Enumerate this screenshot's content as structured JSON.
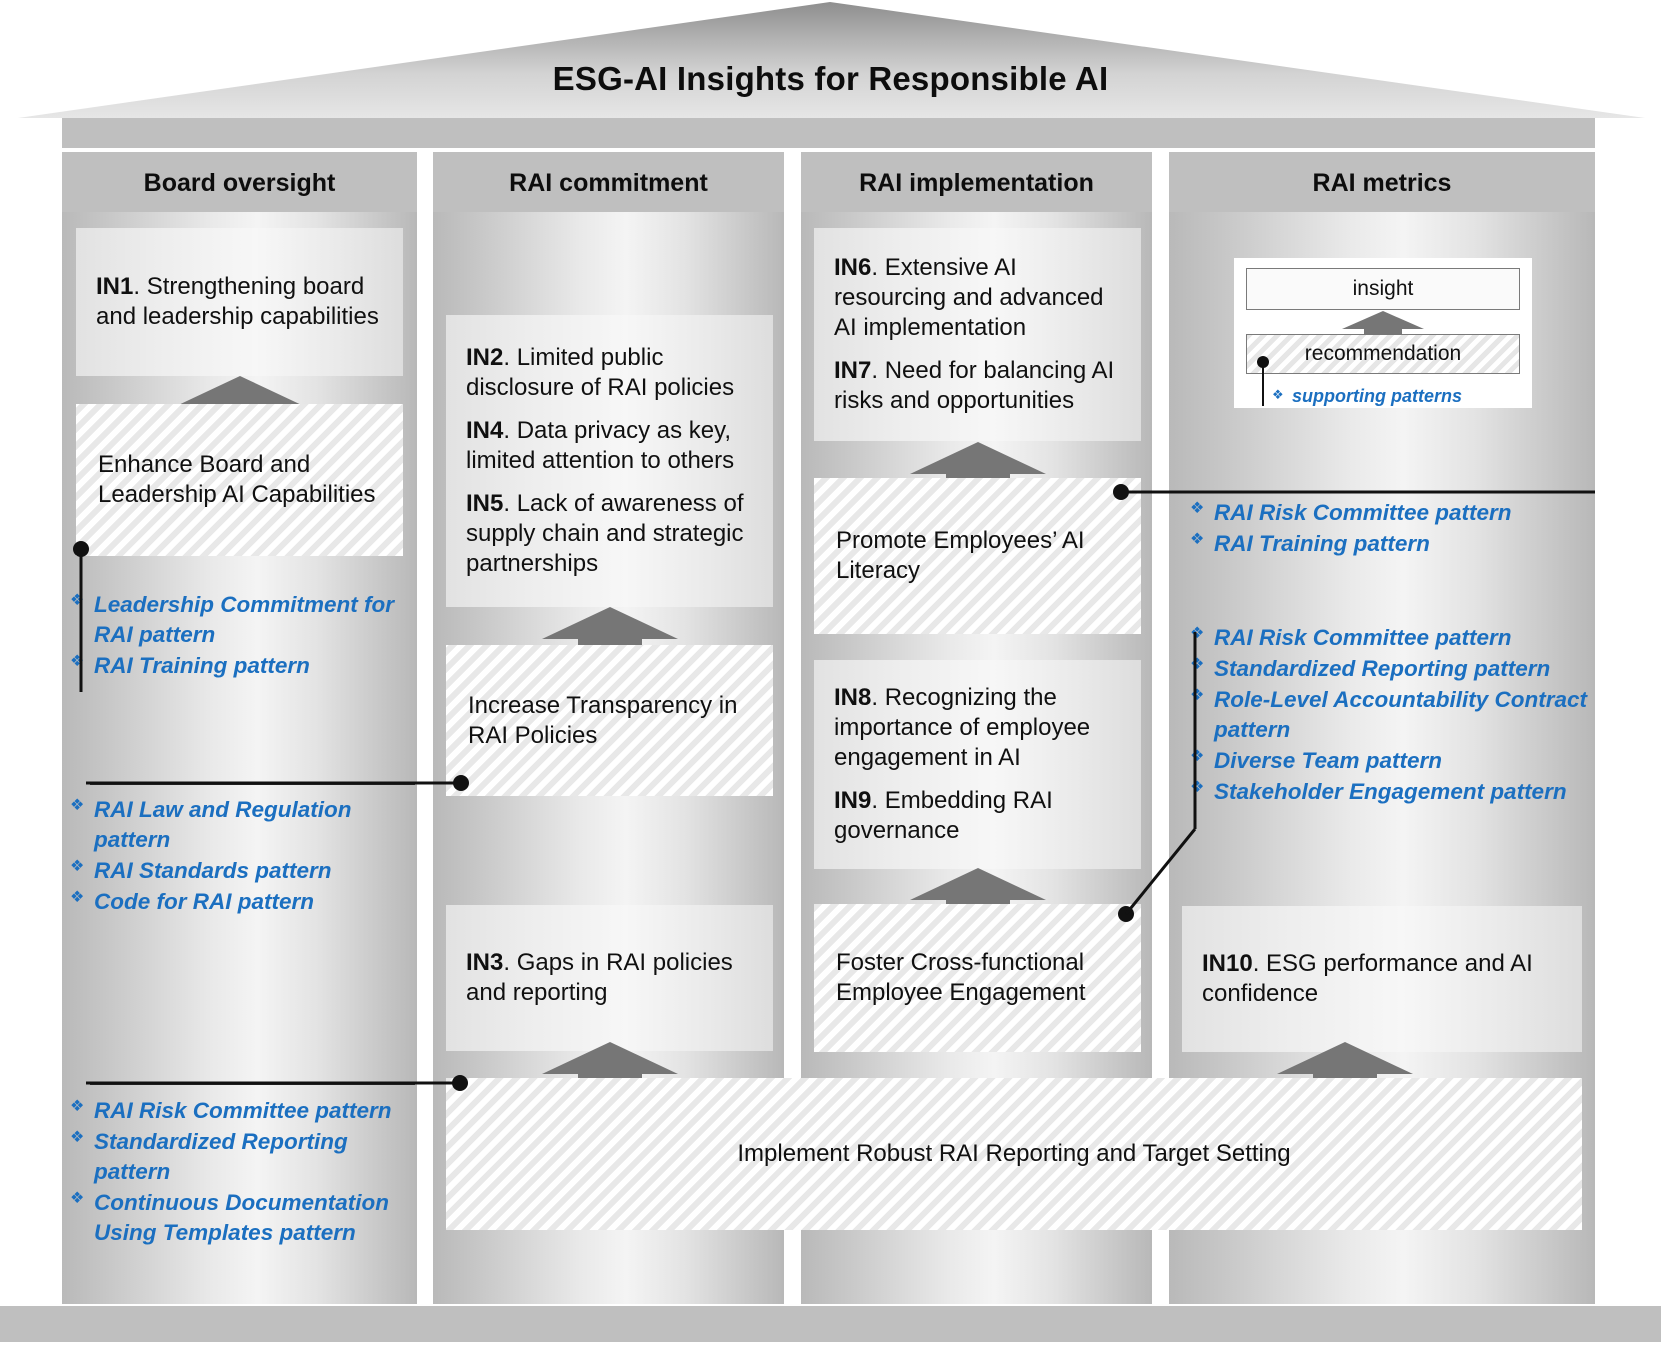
{
  "title": "ESG-AI Insights for Responsible AI",
  "columns": [
    {
      "id": "board-oversight",
      "header": "Board oversight"
    },
    {
      "id": "rai-commitment",
      "header": "RAI commitment"
    },
    {
      "id": "rai-implementation",
      "header": "RAI implementation"
    },
    {
      "id": "rai-metrics",
      "header": "RAI metrics"
    }
  ],
  "legend": {
    "insight": "insight",
    "recommendation": "recommendation",
    "patterns": "supporting patterns"
  },
  "insights": {
    "in1": {
      "code": "IN1",
      "text": ". Strengthening board and leadership capabilities"
    },
    "in2": {
      "code": "IN2",
      "text": ". Limited public disclosure of RAI policies"
    },
    "in4": {
      "code": "IN4",
      "text": ". Data privacy as key, limited attention to others"
    },
    "in5": {
      "code": "IN5",
      "text": ". Lack of awareness of supply chain and strategic partnerships"
    },
    "in3": {
      "code": "IN3",
      "text": ". Gaps in RAI policies and reporting"
    },
    "in6": {
      "code": "IN6",
      "text": ". Extensive AI resourcing and advanced AI implementation"
    },
    "in7": {
      "code": "IN7",
      "text": ". Need for balancing AI risks and opportunities"
    },
    "in8": {
      "code": "IN8",
      "text": ". Recognizing the importance of employee engagement in AI"
    },
    "in9": {
      "code": "IN9",
      "text": ". Embedding RAI governance"
    },
    "in10": {
      "code": "IN10",
      "text": ". ESG performance and AI confidence"
    }
  },
  "recommendations": {
    "rec1": "Enhance Board and Leadership AI Capabilities",
    "rec2": "Increase Transparency in RAI Policies",
    "rec3": "Promote Employees’ AI Literacy",
    "rec4": "Foster Cross-functional Employee Engagement",
    "rec5": "Implement Robust RAI Reporting and Target Setting"
  },
  "pattern_groups": {
    "board_rec1": [
      "Leadership Commitment for RAI pattern",
      "RAI Training pattern"
    ],
    "board_rec2": [
      "RAI Law and Regulation pattern",
      "RAI Standards pattern",
      "Code for RAI pattern"
    ],
    "board_rec3": [
      "RAI Risk Committee pattern",
      "Standardized Reporting pattern",
      "Continuous Documentation Using Templates pattern"
    ],
    "metrics_top": [
      "RAI Risk Committee pattern",
      "RAI Training pattern"
    ],
    "metrics_bottom": [
      "RAI Risk Committee pattern",
      "Standardized Reporting pattern",
      "Role-Level Accountability Contract pattern",
      "Diverse Team pattern",
      "Stakeholder Engagement pattern"
    ]
  },
  "colors": {
    "pattern_text": "#1b6fc0",
    "header_band": "#bfbfbf",
    "arrow": "#767676"
  }
}
